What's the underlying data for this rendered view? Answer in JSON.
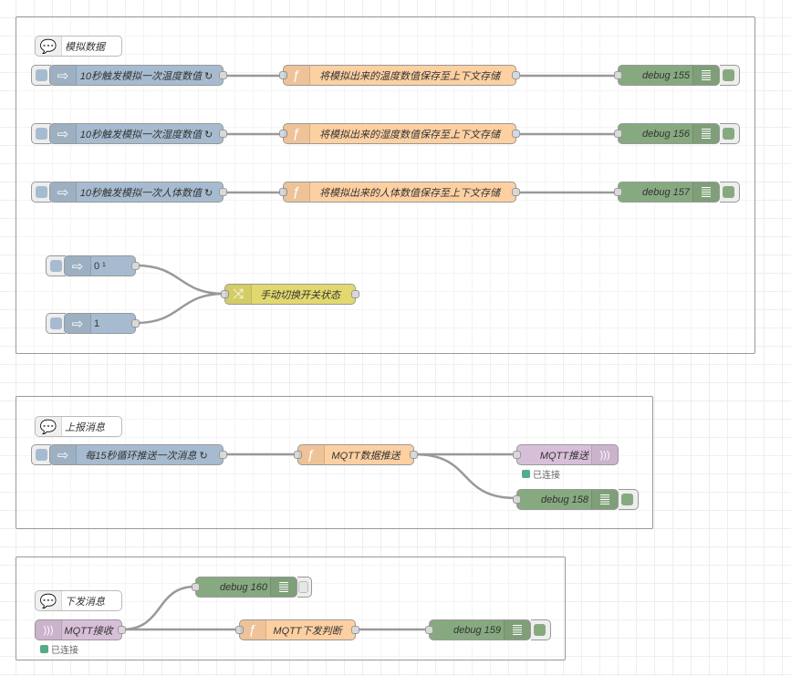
{
  "groups": [
    {
      "comment": "模拟数据",
      "rows": [
        {
          "inject": "10秒触发模拟一次温度数值 ↻",
          "function": "将模拟出来的温度数值保存至上下文存储",
          "debug": "debug 155"
        },
        {
          "inject": "10秒触发模拟一次湿度数值 ↻",
          "function": "将模拟出来的湿度数值保存至上下文存储",
          "debug": "debug 156"
        },
        {
          "inject": "10秒触发模拟一次人体数值 ↻",
          "function": "将模拟出来的人体数值保存至上下文存储",
          "debug": "debug 157"
        }
      ],
      "inject_0": "0 ¹",
      "inject_1": "1",
      "change": "手动切换开关状态"
    },
    {
      "comment": "上报消息",
      "inject": "每15秒循环推送一次消息 ↻",
      "function": "MQTT数据推送",
      "mqtt_out": "MQTT推送",
      "mqtt_status": "已连接",
      "debug": "debug 158"
    },
    {
      "comment": "下发消息",
      "mqtt_in": "MQTT接收",
      "mqtt_status": "已连接",
      "function": "MQTT下发判断",
      "debug_160": "debug 160",
      "debug_159": "debug 159"
    }
  ],
  "colors": {
    "inject": "#a6bbcf",
    "function": "#fdd0a2",
    "debug": "#87a980",
    "change": "#e2d96e",
    "mqtt": "#d8bfd8",
    "status_connected": "#55aa88"
  }
}
